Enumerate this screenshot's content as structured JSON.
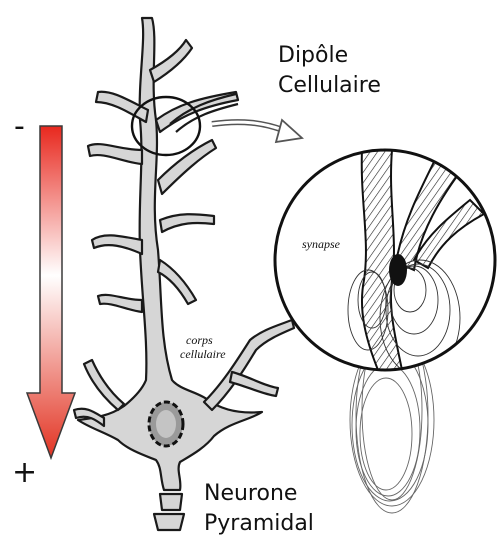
{
  "title": {
    "line1": "Dipôle",
    "line2": "Cellulaire"
  },
  "labels": {
    "synapse": "synapse",
    "cell_body_line1": "corps",
    "cell_body_line2": "cellulaire",
    "neuron_line1": "Neurone",
    "neuron_line2": "Pyramidal"
  },
  "polarity": {
    "top_sign": "-",
    "bottom_sign": "+"
  },
  "colors": {
    "arrow_top": "#e8281e",
    "arrow_bottom": "#e23322",
    "arrow_middle": "#ffffff",
    "ink": "#1a1a1a",
    "neuron_fill": "#d6d6d6"
  }
}
